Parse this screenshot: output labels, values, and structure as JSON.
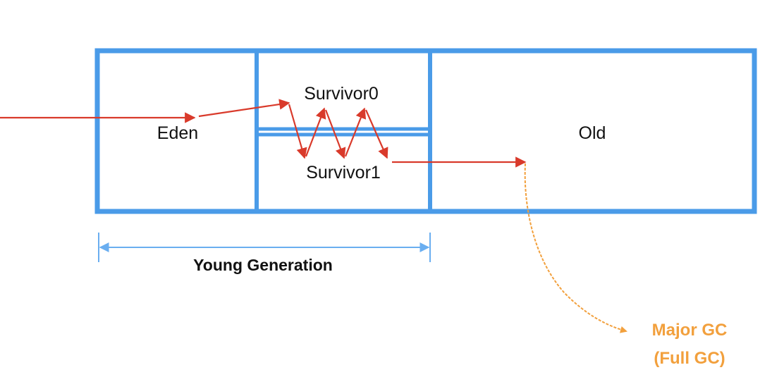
{
  "regions": {
    "eden": "Eden",
    "survivor0": "Survivor0",
    "survivor1": "Survivor1",
    "old": "Old"
  },
  "young_generation": {
    "label": "Young Generation"
  },
  "major_gc": {
    "line1": "Major GC",
    "line2": "(Full GC)"
  },
  "colors": {
    "box_border": "#4a9be8",
    "flow_arrow": "#d93a2b",
    "gc_arrow": "#f2a03d",
    "dimension_line": "#6aaef0",
    "text": "#111111"
  }
}
